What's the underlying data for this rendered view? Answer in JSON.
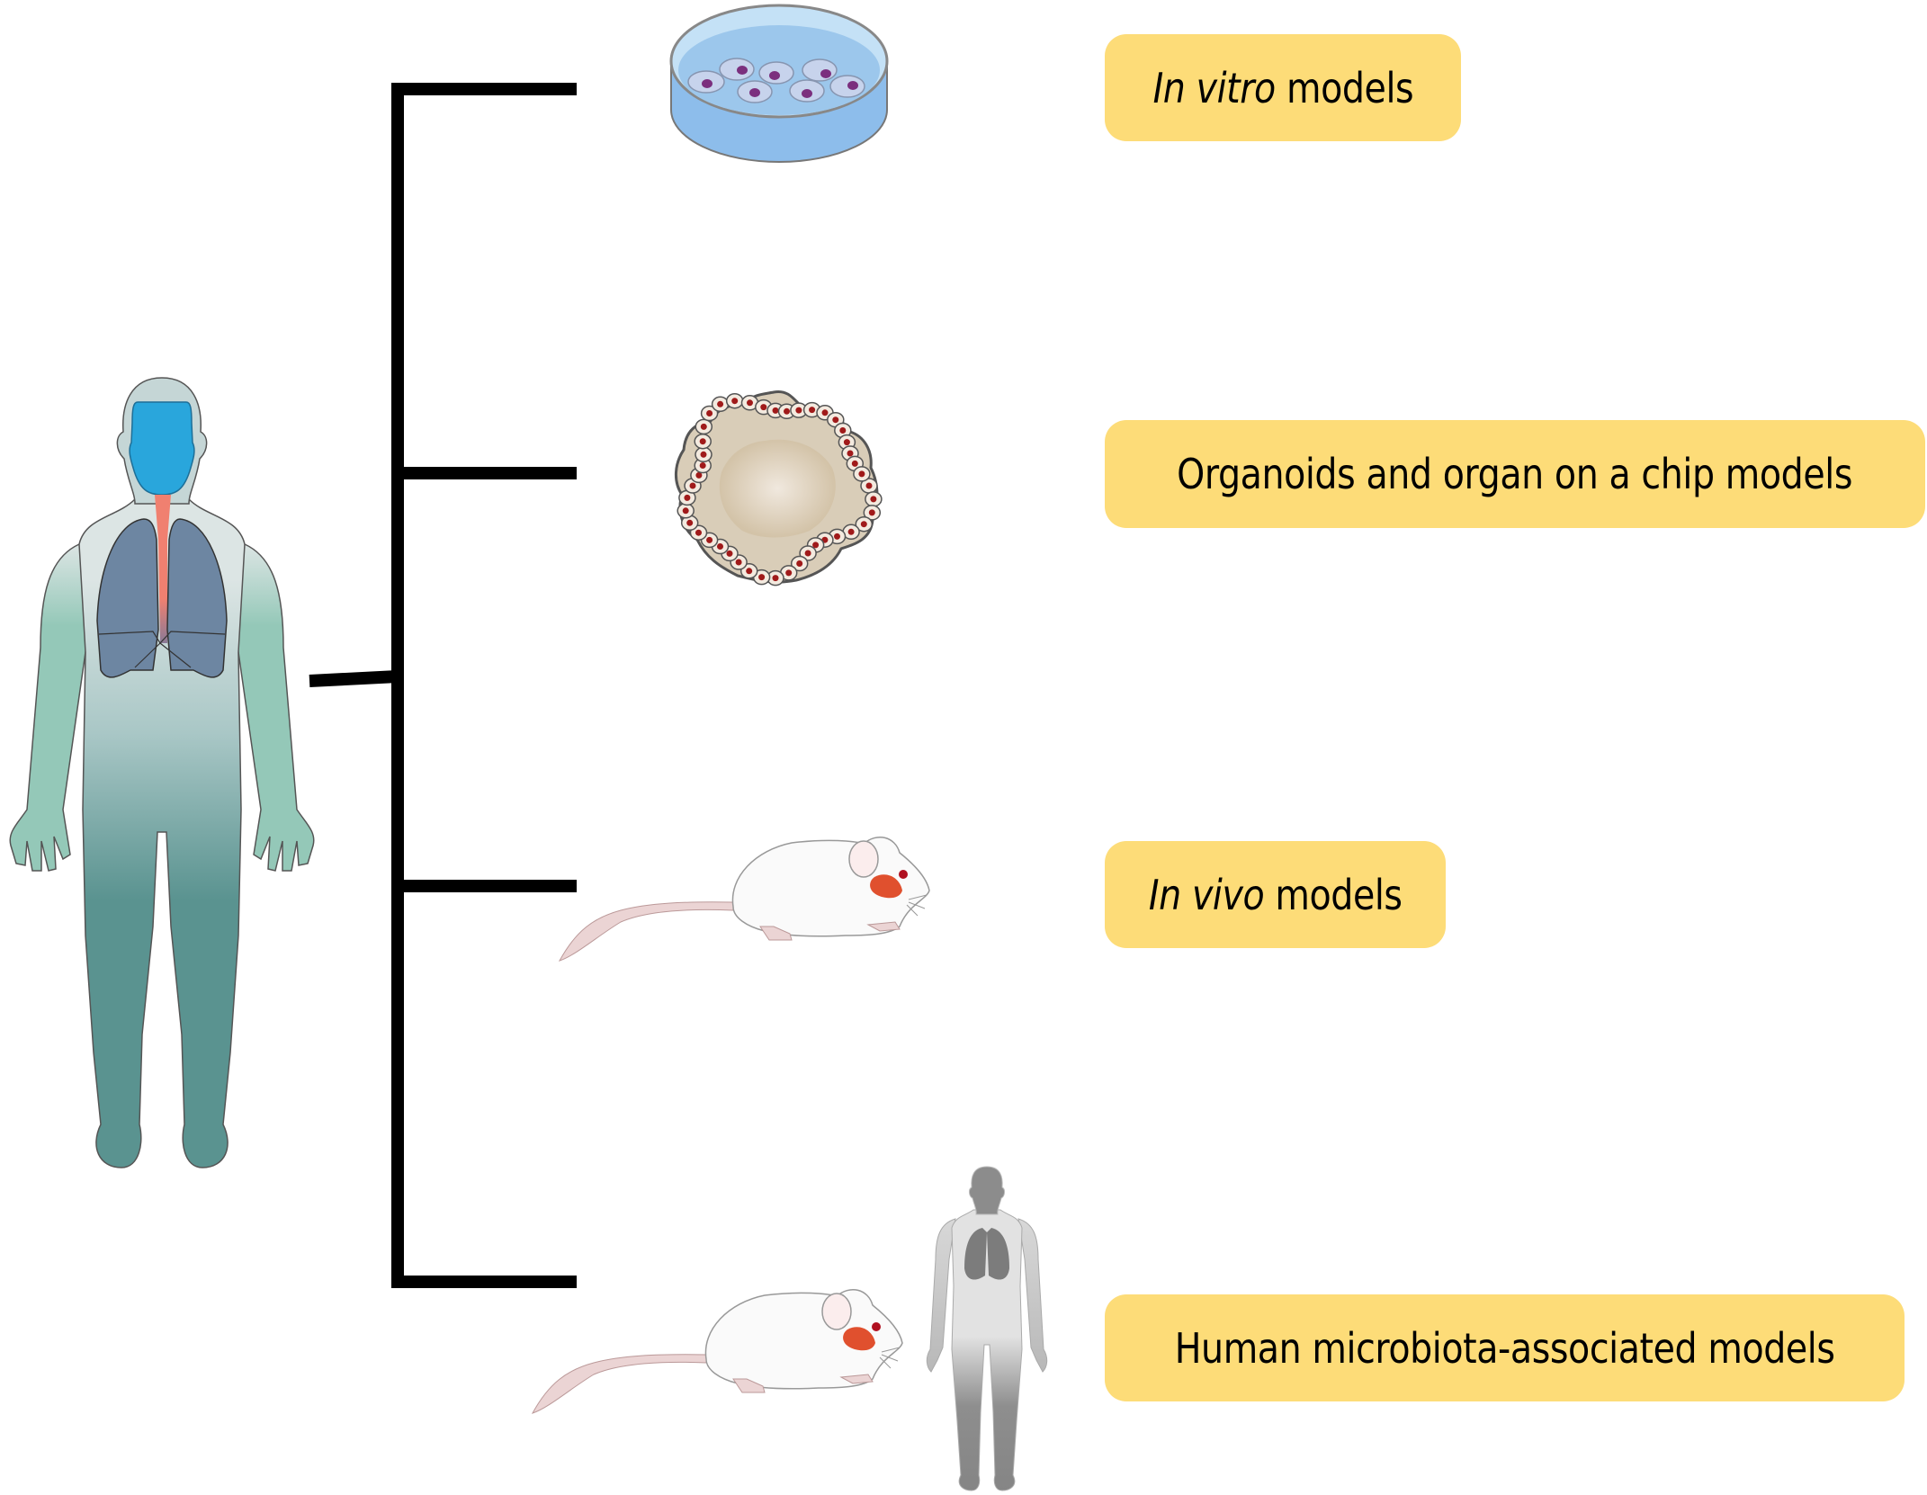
{
  "figure": {
    "type": "tree-diagram",
    "root": {
      "name": "human-body",
      "icon": "human-body-respiratory-icon",
      "highlighted_regions": [
        "upper-airway",
        "trachea",
        "lungs"
      ]
    },
    "branches": [
      {
        "id": "in-vitro",
        "icon": "petri-dish-icon",
        "label": {
          "italic": "In vitro",
          "rest": " models"
        }
      },
      {
        "id": "organoids",
        "icon": "organoid-icon",
        "label": {
          "italic": "",
          "rest": "Organoids and organ on a chip models"
        }
      },
      {
        "id": "in-vivo",
        "icon": "mouse-icon",
        "label": {
          "italic": "In vivo",
          "rest": " models"
        }
      },
      {
        "id": "human-microbiota",
        "icon": "mouse-and-human-icon",
        "label": {
          "italic": "",
          "rest": "Human microbiota-associated models"
        }
      }
    ]
  },
  "colors": {
    "label_box": "#FDDC78",
    "connector": "#000000",
    "airway_head": "#29A6DC",
    "trachea": "#F08070",
    "lungs": "#6D86A2",
    "body_light": "#DCE5E4",
    "limb_teal": "#94C8B8",
    "leg_dark_teal": "#5A9390",
    "dish_blue": "#A7CEF0",
    "cell_nucleus": "#7B2F7E",
    "organoid_tan": "#D9CDB8",
    "organoid_nucleus": "#A01A1A",
    "mouse_ear_red": "#E0502E",
    "grey_human": "#9C9C9C"
  }
}
